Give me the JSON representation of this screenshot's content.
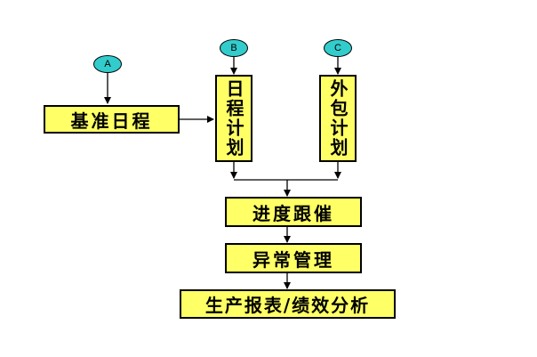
{
  "connectors": {
    "a": "A",
    "b": "B",
    "c": "C"
  },
  "boxes": {
    "base_schedule": "基准日程",
    "daily_plan": "日程计划",
    "outsource_plan": "外包计划",
    "progress_tracking": "进度跟催",
    "exception_management": "异常管理",
    "reports": "生产报表/绩效分析"
  },
  "colors": {
    "box_fill": "#ffff66",
    "connector_fill": "#33cccc",
    "line": "#000000"
  }
}
